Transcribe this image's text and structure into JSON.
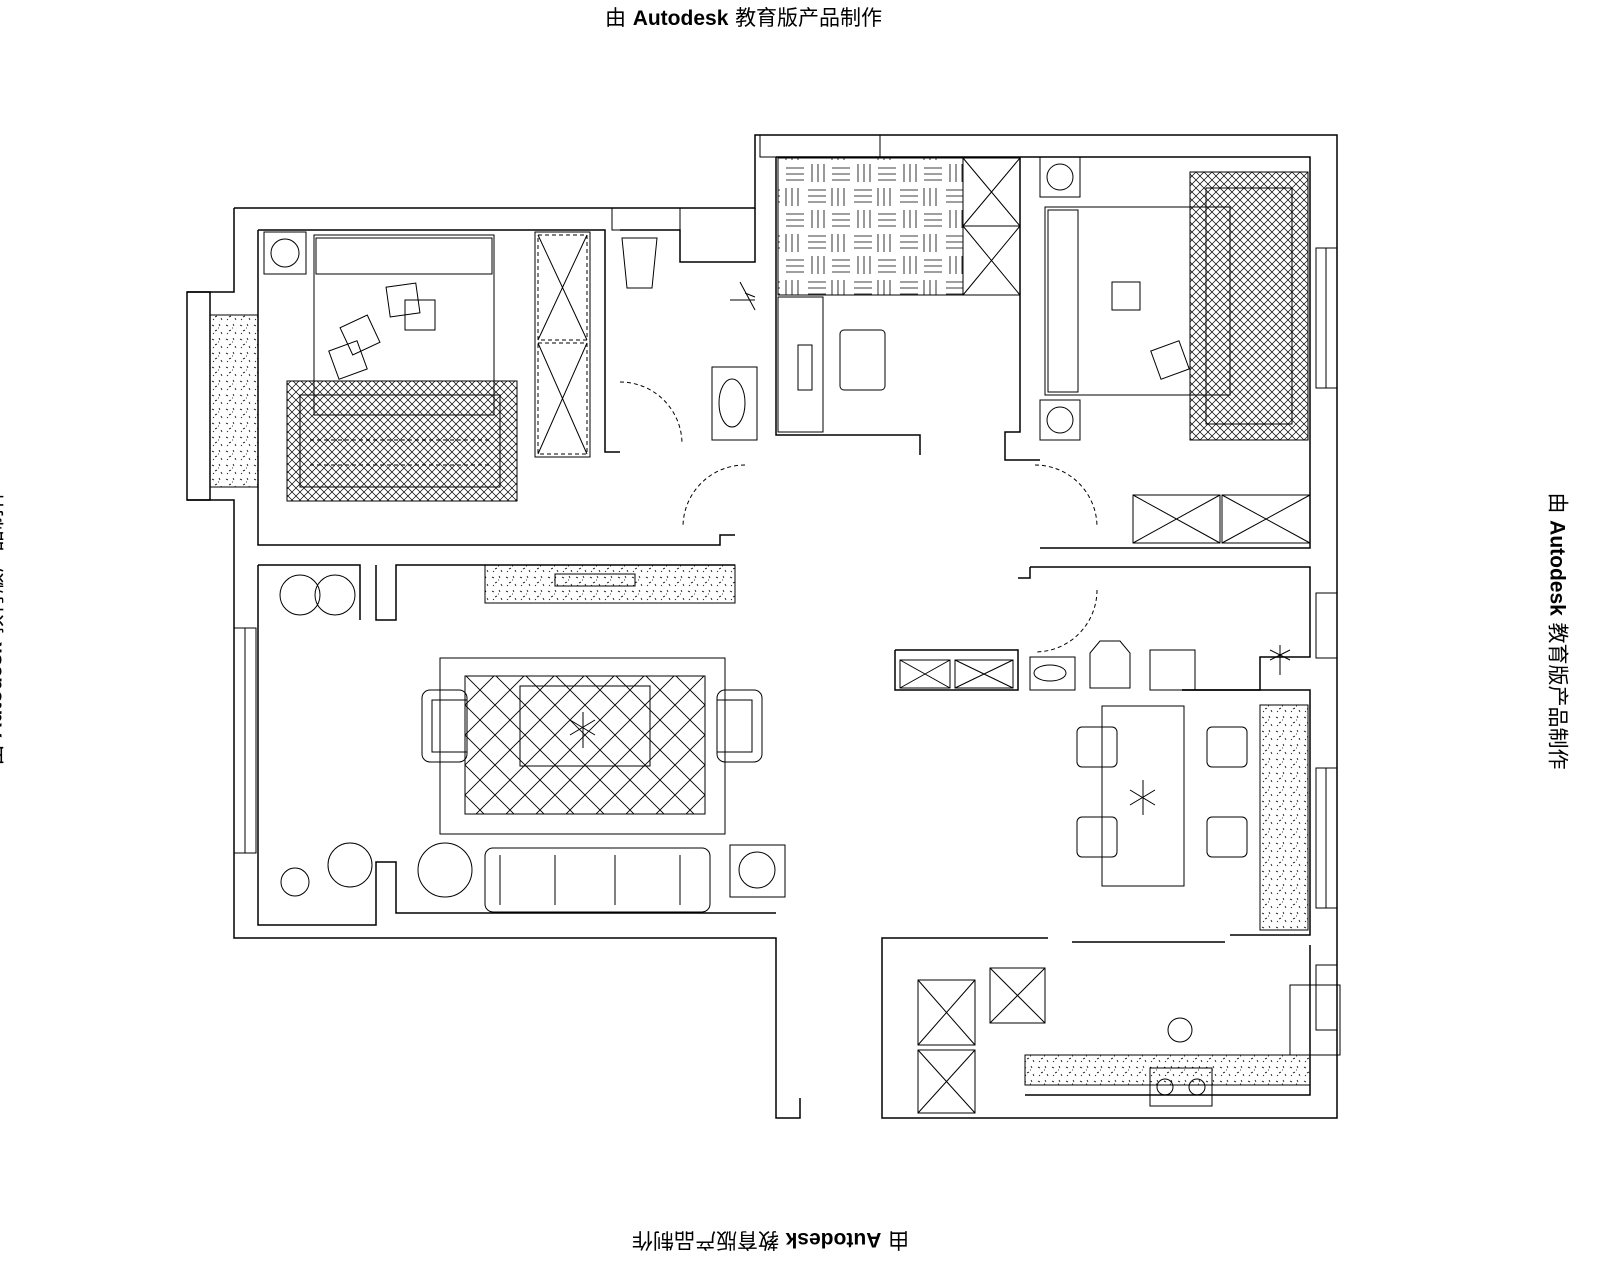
{
  "watermark": {
    "prefix": "由",
    "brand": "Autodesk",
    "suffix": "教育版产品制作"
  },
  "colors": {
    "line": "#000000",
    "background": "#ffffff"
  }
}
